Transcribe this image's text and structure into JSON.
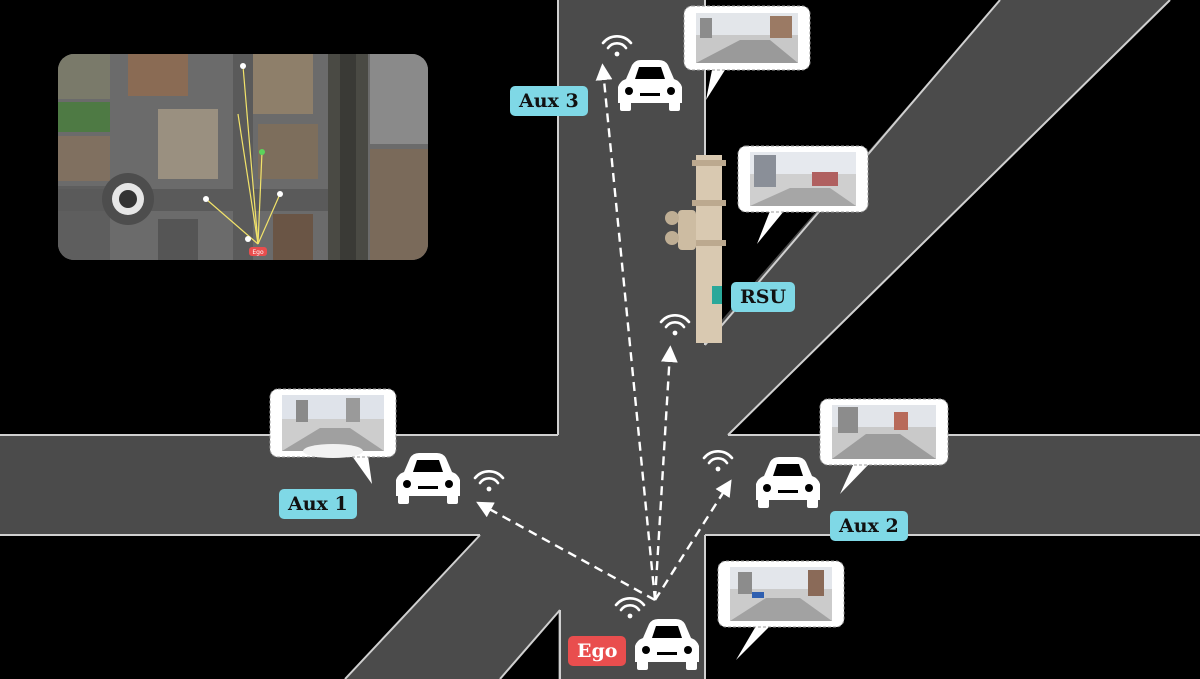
{
  "labels": {
    "aux3": "Aux 3",
    "aux1": "Aux 1",
    "aux2": "Aux 2",
    "rsu": "RSU",
    "ego": "Ego",
    "minimap_ego": "Ego"
  },
  "colors": {
    "background": "#000000",
    "road": "#4a4a4a",
    "road_edge": "#cfcfcf",
    "aux_label": "#7fd8e6",
    "ego_label": "#e94e4e",
    "link_line": "#ffffff",
    "rsu_pole": "#d8c8b0"
  },
  "icons": {
    "vehicle": "car-icon",
    "wireless": "wifi-signal-icon",
    "camera_view": "camera-view-bubble",
    "rsu": "traffic-light-pole"
  }
}
